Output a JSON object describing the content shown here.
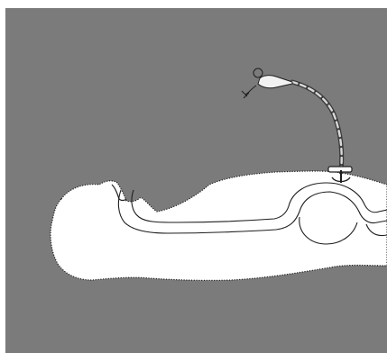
{
  "figure": {
    "description_free": true,
    "colors": {
      "background": "#7b7b7b",
      "body_fill": "#ffffff",
      "outline": "#2a2a2a",
      "tube": "#3a3a3a"
    },
    "elements": [
      "patient-body-silhouette",
      "esophagus-stomach-tract",
      "gastrostomy-tube",
      "tube-connector"
    ]
  }
}
